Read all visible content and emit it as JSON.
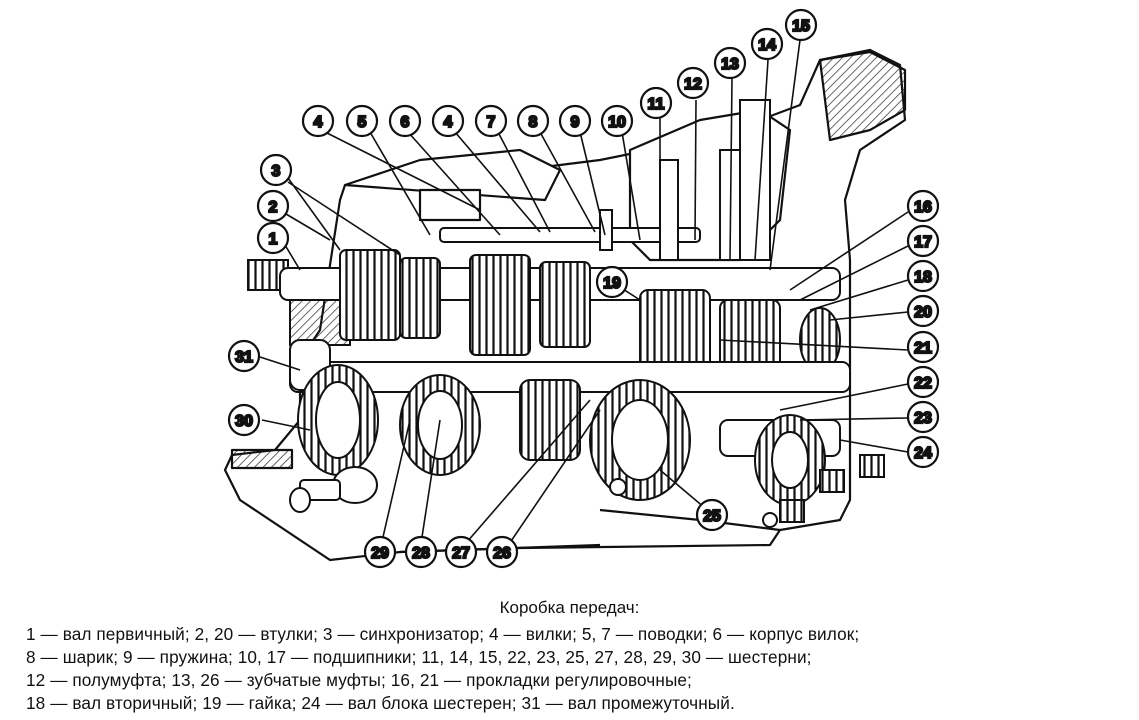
{
  "callouts": [
    "1",
    "2",
    "3",
    "4",
    "5",
    "6",
    "4",
    "7",
    "8",
    "9",
    "10",
    "11",
    "12",
    "13",
    "14",
    "15",
    "16",
    "17",
    "18",
    "20",
    "21",
    "22",
    "23",
    "24",
    "25",
    "26",
    "27",
    "28",
    "29",
    "30",
    "31",
    "19"
  ],
  "caption": {
    "title": "Коробка передач:",
    "lines": [
      "1 — вал первичный; 2, 20 — втулки; 3 — синхронизатор; 4 — вилки; 5, 7 — поводки; 6 — корпус вилок;",
      "8 — шарик; 9 — пружина; 10, 17 — подшипники; 11, 14, 15, 22, 23, 25, 27, 28, 29, 30 — шестерни;",
      "12 — полумуфта; 13, 26 — зубчатые муфты; 16, 21 — прокладки регулировочные;",
      "18 — вал вторичный; 19 — гайка; 24 — вал блока шестерен; 31 — вал промежуточный."
    ]
  }
}
